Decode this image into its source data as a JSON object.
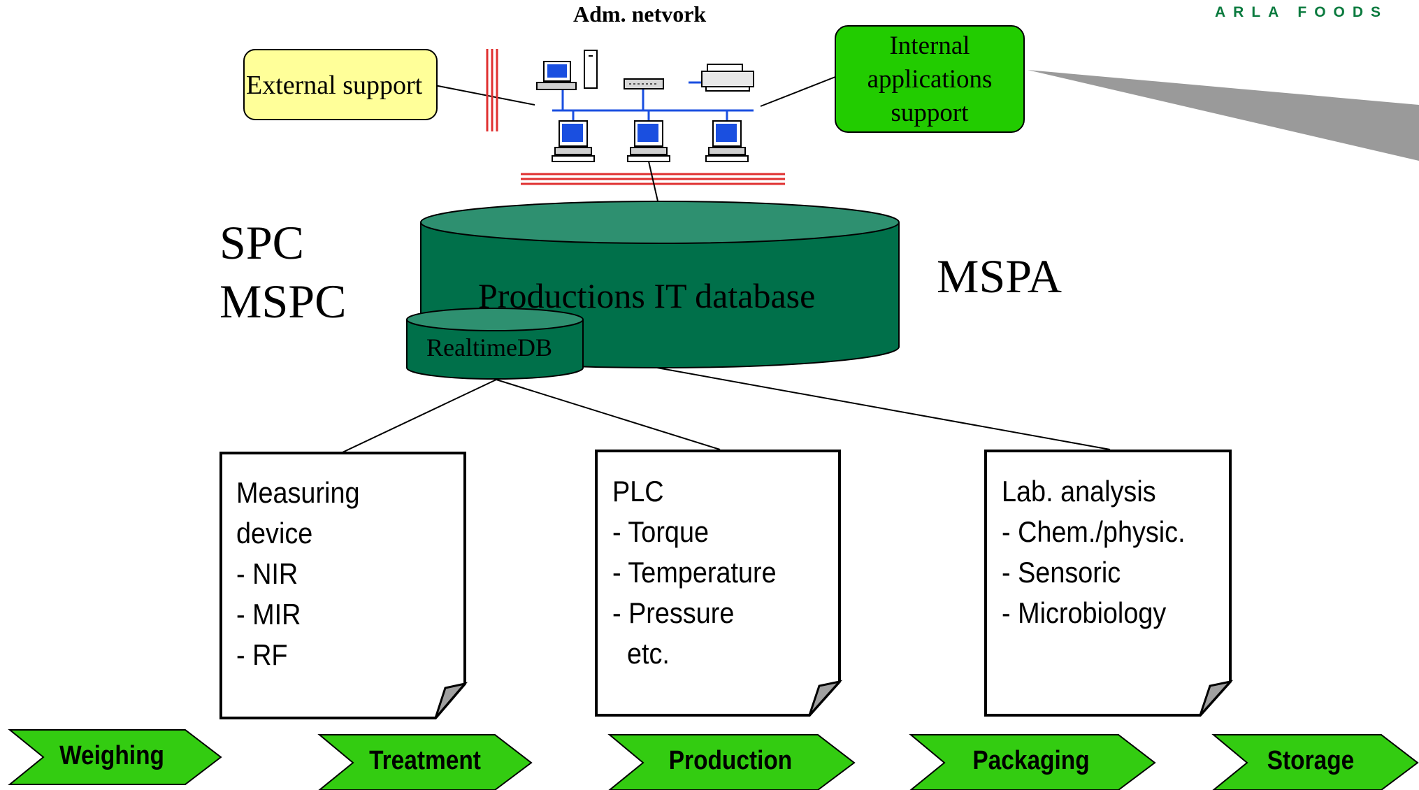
{
  "brand": "ARLA FOODS",
  "adm_network": {
    "title": "Adm. netvork"
  },
  "external_support": {
    "label": "External support"
  },
  "internal_support": {
    "lines": [
      "Internal",
      "applications",
      "support"
    ]
  },
  "left_labels": [
    "SPC",
    "MSPC"
  ],
  "right_label": "MSPA",
  "main_db": {
    "label": "Productions IT database"
  },
  "realtime_db": {
    "label": "RealtimeDB"
  },
  "documents": [
    {
      "lines": [
        "Measuring",
        "device",
        "- NIR",
        "- MIR",
        "- RF"
      ]
    },
    {
      "lines": [
        "PLC",
        "- Torque",
        "- Temperature",
        "- Pressure",
        "  etc."
      ]
    },
    {
      "lines": [
        "Lab. analysis",
        "- Chem./physic.",
        "- Sensoric",
        "- Microbiology"
      ]
    }
  ],
  "process_steps": [
    "Weighing",
    "Treatment",
    "Production",
    "Packaging",
    "Storage"
  ],
  "colors": {
    "brand_green": "#0a7a3e",
    "db_fill": "#00704a",
    "db_top": "#2e9070",
    "arrow_green": "#33cc11",
    "internal_green": "#22cc00",
    "external_yellow": "#ffff99",
    "firewall_red": "#e03030",
    "network_blue": "#1a4fe0"
  }
}
